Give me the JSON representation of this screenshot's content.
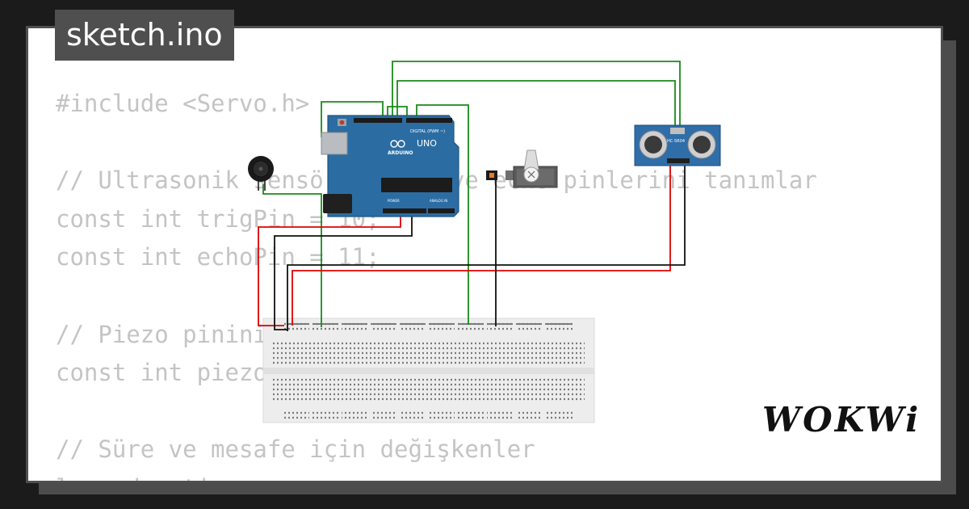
{
  "project": {
    "title": "sketch.ino"
  },
  "code_lines": [
    "#include <Servo.h>",
    "",
    "// Ultrasonik sensörün trig ve echo pinlerini tanımlar",
    "const int trigPin = 10;",
    "const int echoPin = 11;",
    "",
    "// Piezo pinini tanımlar",
    "const int piezoPin = 12;",
    "",
    "// Süre ve mesafe için değişkenler",
    "long duration;"
  ],
  "arduino": {
    "model_label": "UNO",
    "brand_label": "ARDUINO",
    "digital_label": "DIGITAL (PWM ~)",
    "power_label": "POWER",
    "analog_label": "ANALOG IN"
  },
  "sensor": {
    "label": "HC-SR04"
  },
  "wires": {
    "green": "#1a8a1a",
    "red": "#e00000",
    "black": "#111111"
  },
  "colors": {
    "board": "#2b6da3",
    "breadboard": "#ededed",
    "code_text": "#c4c4c4",
    "frame": "#4f4f4f"
  },
  "brand": {
    "logo_text": "WOKWi"
  }
}
